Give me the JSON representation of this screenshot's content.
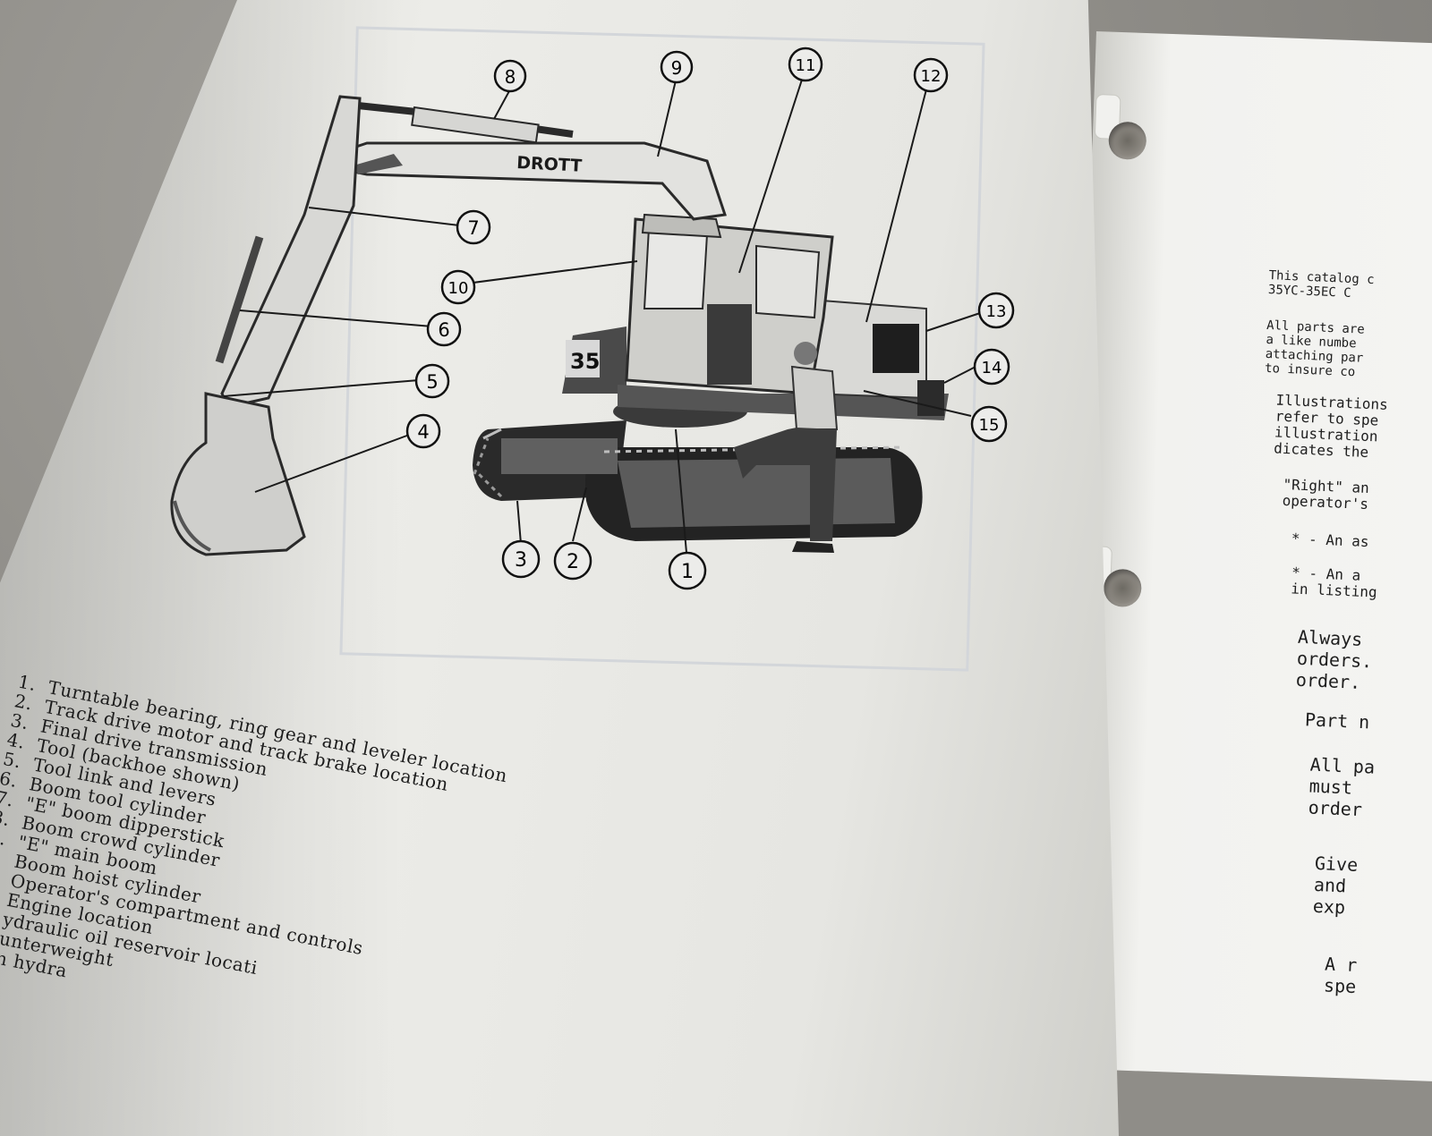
{
  "machine": {
    "brand": "DROTT",
    "number": "35"
  },
  "callouts": [
    "1",
    "2",
    "3",
    "4",
    "5",
    "6",
    "7",
    "8",
    "9",
    "10",
    "11",
    "12",
    "13",
    "14",
    "15"
  ],
  "legend": [
    {
      "num": "1.",
      "text": "Turntable bearing, ring gear and leveler location"
    },
    {
      "num": "2.",
      "text": "Track drive motor and track brake location"
    },
    {
      "num": "3.",
      "text": "Final drive transmission"
    },
    {
      "num": "4.",
      "text": "Tool (backhoe shown)"
    },
    {
      "num": "5.",
      "text": "Tool link and levers"
    },
    {
      "num": "6.",
      "text": "Boom tool cylinder"
    },
    {
      "num": "7.",
      "text": "\"E\" boom dipperstick"
    },
    {
      "num": "8.",
      "text": "Boom crowd cylinder"
    },
    {
      "num": ".",
      "text": "\"E\" main boom"
    },
    {
      "num": "",
      "text": "Boom hoist cylinder"
    },
    {
      "num": "",
      "text": "Operator's compartment and controls"
    },
    {
      "num": "",
      "text": "Engine location"
    },
    {
      "num": "",
      "text": "ydraulic oil reservoir locati"
    },
    {
      "num": "",
      "text": "unterweight"
    },
    {
      "num": "",
      "text": "n hydra"
    }
  ],
  "right_page": {
    "intro": [
      "This catalog c",
      "35YC-35EC C"
    ],
    "para1": [
      "All parts are",
      "a like numbe",
      "attaching par",
      "to insure co"
    ],
    "para2": [
      "Illustrations",
      "refer to spe",
      "illustration",
      "dicates the"
    ],
    "para3": [
      "\"Right\" an",
      "operator's"
    ],
    "star1": "* - An as",
    "star2": [
      "* - An a",
      "in listing"
    ],
    "always": [
      "Always",
      "orders.",
      "order."
    ],
    "partnum": "Part n",
    "allpa": [
      "All pa",
      "must",
      "order"
    ],
    "give": [
      "Give",
      "and",
      "exp"
    ],
    "last": [
      "A r",
      "spe"
    ]
  }
}
